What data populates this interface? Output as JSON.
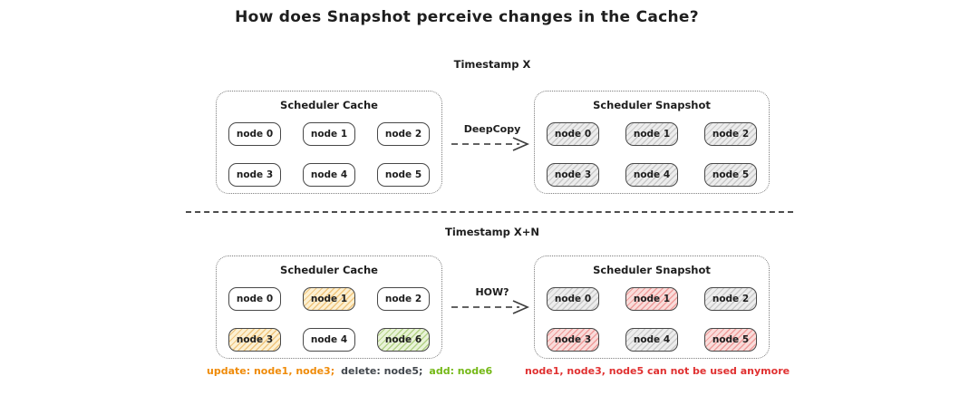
{
  "title": "How does Snapshot perceive changes in the Cache?",
  "colors": {
    "updated_orange": "#f08c00",
    "added_green": "#74b816",
    "stale_red": "#e03131",
    "copied_gray": "#868e96",
    "ink": "#1e1e1e"
  },
  "sections": {
    "top": {
      "timestamp": "Timestamp X",
      "arrow_label": "DeepCopy",
      "cache": {
        "title": "Scheduler Cache",
        "nodes": [
          {
            "label": "node 0",
            "state": "plain"
          },
          {
            "label": "node 1",
            "state": "plain"
          },
          {
            "label": "node 2",
            "state": "plain"
          },
          {
            "label": "node 3",
            "state": "plain"
          },
          {
            "label": "node 4",
            "state": "plain"
          },
          {
            "label": "node 5",
            "state": "plain"
          }
        ]
      },
      "snapshot": {
        "title": "Scheduler Snapshot",
        "nodes": [
          {
            "label": "node 0",
            "state": "copied"
          },
          {
            "label": "node 1",
            "state": "copied"
          },
          {
            "label": "node 2",
            "state": "copied"
          },
          {
            "label": "node 3",
            "state": "copied"
          },
          {
            "label": "node 4",
            "state": "copied"
          },
          {
            "label": "node 5",
            "state": "copied"
          }
        ]
      }
    },
    "bottom": {
      "timestamp": "Timestamp X+N",
      "arrow_label": "HOW?",
      "cache": {
        "title": "Scheduler Cache",
        "nodes": [
          {
            "label": "node 0",
            "state": "plain"
          },
          {
            "label": "node 1",
            "state": "updated"
          },
          {
            "label": "node 2",
            "state": "plain"
          },
          {
            "label": "node 3",
            "state": "updated"
          },
          {
            "label": "node 4",
            "state": "plain"
          },
          {
            "label": "node 6",
            "state": "added"
          }
        ]
      },
      "snapshot": {
        "title": "Scheduler Snapshot",
        "nodes": [
          {
            "label": "node 0",
            "state": "copied"
          },
          {
            "label": "node 1",
            "state": "stale"
          },
          {
            "label": "node 2",
            "state": "copied"
          },
          {
            "label": "node 3",
            "state": "stale"
          },
          {
            "label": "node 4",
            "state": "copied"
          },
          {
            "label": "node 5",
            "state": "stale"
          }
        ]
      },
      "legend": {
        "update": "update: node1, node3;",
        "delete": "delete: node5;",
        "add": "add: node6",
        "snapshot_note": "node1, node3, node5 can not be used anymore"
      }
    }
  }
}
